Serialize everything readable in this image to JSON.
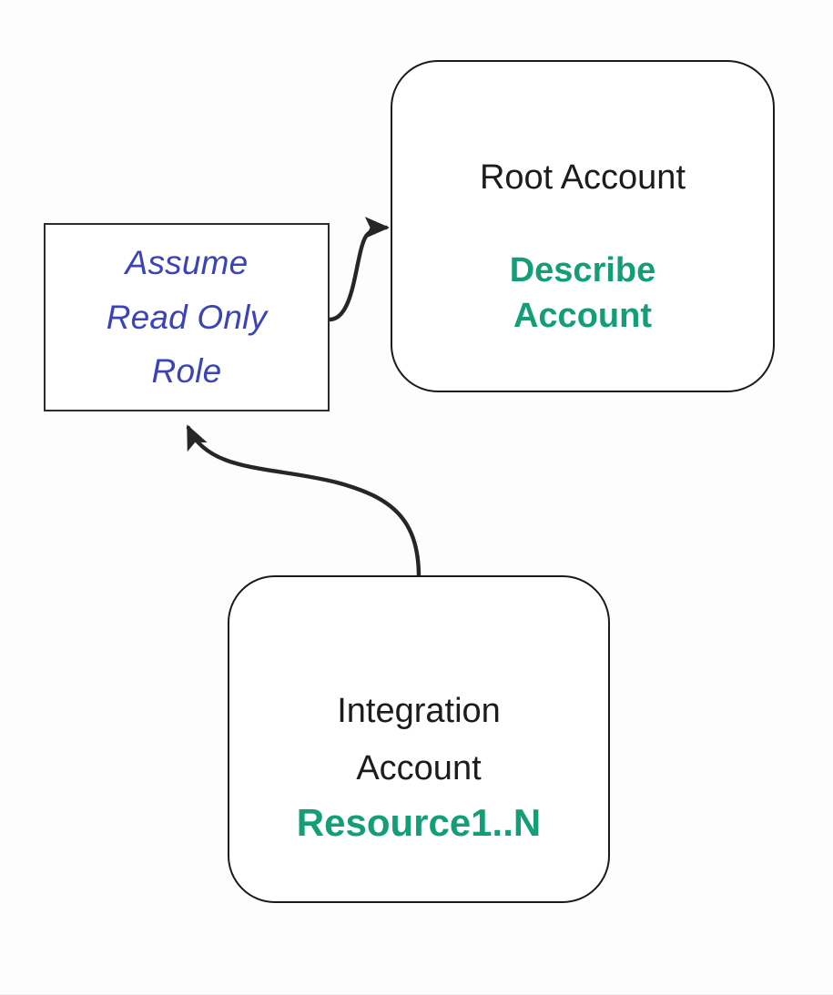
{
  "diagram": {
    "title": "AWS cross-account read-only role access diagram",
    "background_color": "#fdfdfd",
    "colors": {
      "node_border": "#1a1a1a",
      "rect_border": "#2b2b34",
      "text": "#1c1c1c",
      "accent_green": "#149e77",
      "accent_blue": "#3b43b8",
      "edge": "#262626"
    },
    "nodes": {
      "root_account": {
        "label": "Root Account",
        "badge": "Describe",
        "badge_line2": "Account",
        "shape": "rounded-rectangle"
      },
      "assume_role": {
        "line1": "Assume",
        "line2": "Read Only",
        "line3": "Role",
        "shape": "rectangle"
      },
      "integration_account": {
        "line1": "Integration",
        "line2": "Account",
        "badge": "Resource1..N",
        "shape": "rounded-rectangle"
      }
    },
    "edges": [
      {
        "name": "assume-role-to-root-account",
        "from": "assume_role",
        "to": "root_account",
        "arrowhead": "end",
        "style": "s-curve"
      },
      {
        "name": "integration-account-to-assume-role",
        "from": "integration_account",
        "to": "assume_role",
        "arrowhead": "end",
        "style": "s-curve"
      }
    ]
  }
}
